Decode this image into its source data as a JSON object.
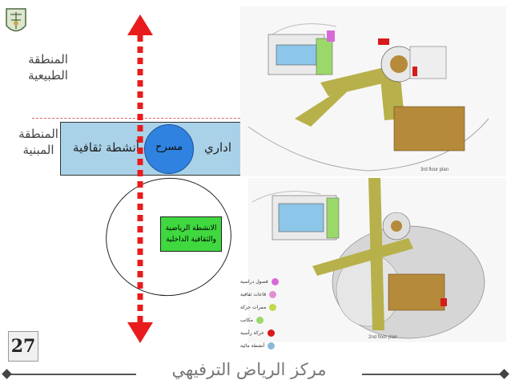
{
  "zones": {
    "natural": {
      "line1": "المنطقة",
      "line2": "الطبيعية"
    },
    "built": {
      "line1": "المنطقة",
      "line2": "المبنية"
    }
  },
  "band": {
    "admin_label": "اداري",
    "theater_label": "مسرح",
    "culture_label": "+ أنشطة ثقافية"
  },
  "sports_box": {
    "line1": "الانشطة الرياضية",
    "line2": "والثقافية الداخلية"
  },
  "legend": [
    {
      "label": "فصول دراسية",
      "color": "#d86ad8"
    },
    {
      "label": "قاعات ثقافية",
      "color": "#e090d0"
    },
    {
      "label": "ممرات حركة",
      "color": "#c4d84a"
    },
    {
      "label": "مكاتب",
      "color": "#9bd86a"
    },
    {
      "label": "حركة رأسية",
      "color": "#d81a1a"
    },
    {
      "label": "أنشطة مائية",
      "color": "#8cb8d8"
    }
  ],
  "plans": {
    "top_caption": "3rd floor plan",
    "bottom_caption": "2nd floor plan"
  },
  "slide": {
    "number": "27"
  },
  "footer": {
    "title": "مركز الرياض الترفيهي"
  },
  "colors": {
    "band": "#a9d2e8",
    "oval": "#2f82e0",
    "sports_box": "#3fd83f",
    "arrow": "#e81c1c",
    "walkway": "#b8b04a",
    "pool": "#8cc6e8",
    "building": "#b58a3a"
  }
}
